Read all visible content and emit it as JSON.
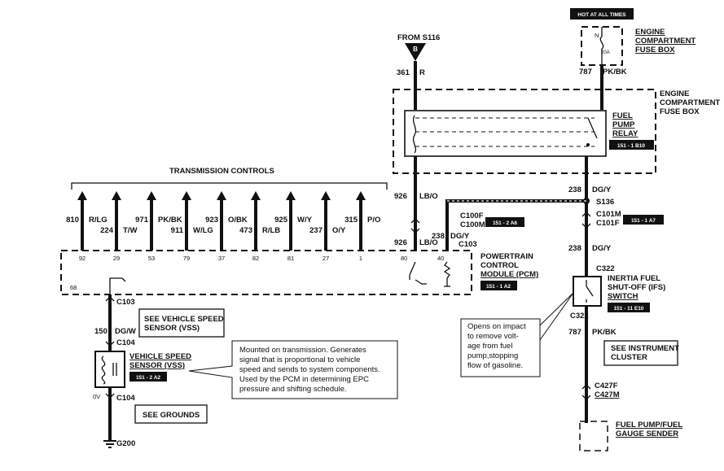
{
  "hot_label": "HOT AT ALL TIMES",
  "fuse": {
    "letter": "N",
    "rating": "20A",
    "box_title": [
      "ENGINE",
      "COMPARTMENT",
      "FUSE BOX"
    ]
  },
  "from_s116": {
    "title": "FROM S116",
    "letter": "B",
    "circuit": "361",
    "color": "R"
  },
  "pk_bk_top": {
    "circuit": "787",
    "color": "PK/BK"
  },
  "relay": {
    "box_title": [
      "ENGINE",
      "COMPARTMENT",
      "FUSE BOX"
    ],
    "name": [
      "FUEL",
      "PUMP",
      "RELAY"
    ],
    "ref": "151 - 1 B10"
  },
  "trans_title": "TRANSMISSION CONTROLS",
  "trans_wires": [
    {
      "circuit": "810",
      "color": "R/LG",
      "pin": "92"
    },
    {
      "circuit": "224",
      "color": "T/W",
      "pin": "29"
    },
    {
      "circuit": "971",
      "color": "PK/BK",
      "pin": "53"
    },
    {
      "circuit": "911",
      "color": "W/LG",
      "pin": "79"
    },
    {
      "circuit": "923",
      "color": "O/BK",
      "pin": "37"
    },
    {
      "circuit": "473",
      "color": "R/LB",
      "pin": "82"
    },
    {
      "circuit": "925",
      "color": "W/Y",
      "pin": "81"
    },
    {
      "circuit": "237",
      "color": "O/Y",
      "pin": "27"
    },
    {
      "circuit": "315",
      "color": "P/O",
      "pin": "1"
    }
  ],
  "lb_o": {
    "circuit": "926",
    "color": "LB/O",
    "pin": "80"
  },
  "dg_y_mid": {
    "circuit": "238",
    "color": "DG/Y",
    "pin": "40"
  },
  "connectors": {
    "c100f": "C100F",
    "c100m": "C100M",
    "c100_ref": "151 - 2 A6",
    "c103": "C103",
    "s136": "S136",
    "c101m": "C101M",
    "c101f": "C101F",
    "c101_ref": "151 - 1 A7",
    "c322": "C322",
    "c104": "C104",
    "c427f": "C427F",
    "c427m": "C427M",
    "g200": "G200"
  },
  "dg_y_right_top": {
    "circuit": "238",
    "color": "DG/Y"
  },
  "dg_y_right_bot": {
    "circuit": "238",
    "color": "DG/Y"
  },
  "pcm": {
    "name": [
      "POWERTRAIN",
      "CONTROL",
      "MODULE (PCM)"
    ],
    "ref": "151 - 1 A2",
    "pin68": "68"
  },
  "ifs": {
    "name": [
      "INERTIA FUEL",
      "SHUT-OFF (IFS)",
      "SWITCH"
    ],
    "ref": "151 - 11 E10"
  },
  "ifs_note": [
    "Opens on impact",
    "to remove volt-",
    "age from fuel",
    "pump,stopping",
    "flow of gasoline."
  ],
  "pk_bk_bot": {
    "circuit": "787",
    "color": "PK/BK"
  },
  "see_cluster": [
    "SEE INSTRUMENT",
    "CLUSTER"
  ],
  "fuel_sender": [
    "FUEL PUMP/FUEL",
    "GAUGE SENDER"
  ],
  "see_vss": [
    "SEE VEHICLE SPEED",
    "SENSOR (VSS)"
  ],
  "vss_wire": {
    "circuit": "150",
    "color": "DG/W"
  },
  "vss": {
    "name": [
      "VEHICLE SPEED",
      "SENSOR (VSS)"
    ],
    "ref": "151 - 2 A2",
    "ov": "0V"
  },
  "vss_note": [
    "Mounted on transmission.  Generates",
    "signal that is proportional to vehicle",
    "speed and sends to system components.",
    "Used by the PCM in determining EPC",
    "pressure and shifting schedule."
  ],
  "see_grounds": "SEE GROUNDS"
}
